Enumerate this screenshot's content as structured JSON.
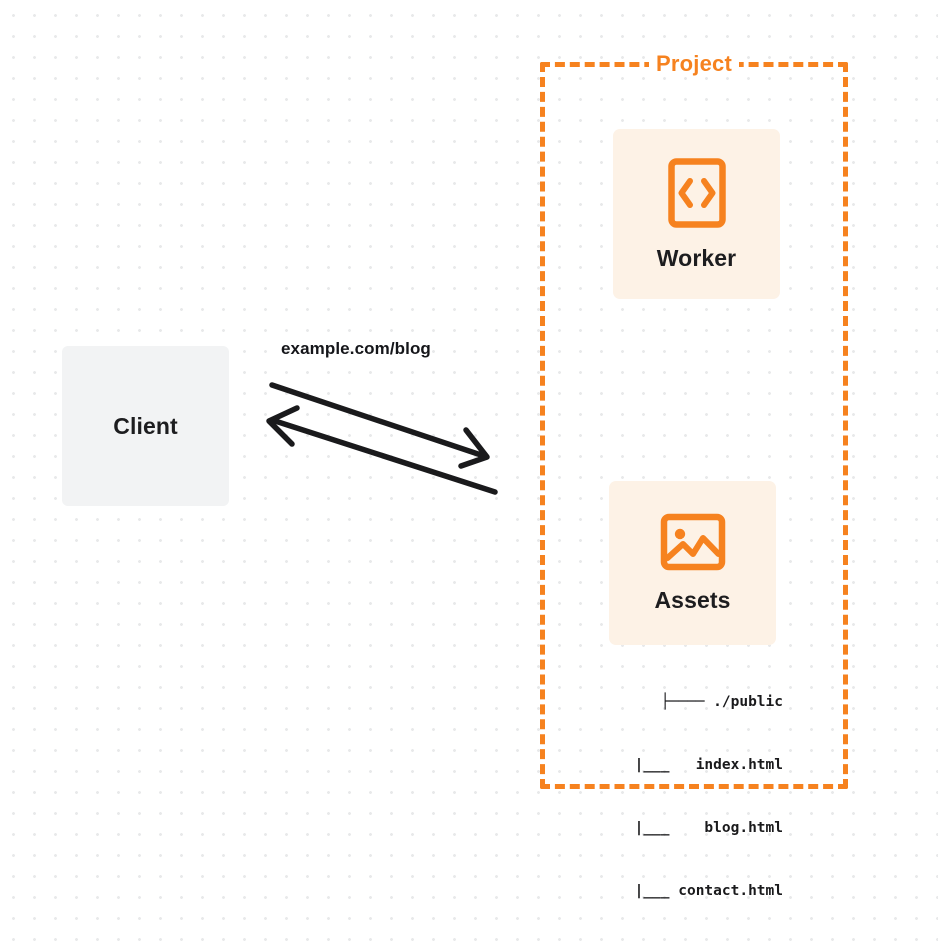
{
  "diagram": {
    "title": "Worker with static assets request flow",
    "background": {
      "style": "dot-grid",
      "dot_color": "#e8e9ea",
      "page_color": "#ffffff"
    },
    "colors": {
      "accent_orange": "#f6821f",
      "node_cream": "#fdf2e6",
      "node_gray": "#f2f3f4",
      "text_dark": "#1d1d1f",
      "arrow_black": "#1a1a1c"
    },
    "client": {
      "label": "Client"
    },
    "edge": {
      "label": "example.com/blog",
      "request_direction": "client-to-project",
      "response_direction": "project-to-client"
    },
    "project_group": {
      "label": "Project",
      "border_style": "dashed",
      "border_color": "#f6821f"
    },
    "worker": {
      "label": "Worker",
      "icon": "code-brackets-icon"
    },
    "assets": {
      "label": "Assets",
      "icon": "image-icon",
      "tree": [
        "├──── ./public",
        "  |___   index.html",
        "  |___    blog.html",
        "  |___ contact.html"
      ]
    }
  }
}
